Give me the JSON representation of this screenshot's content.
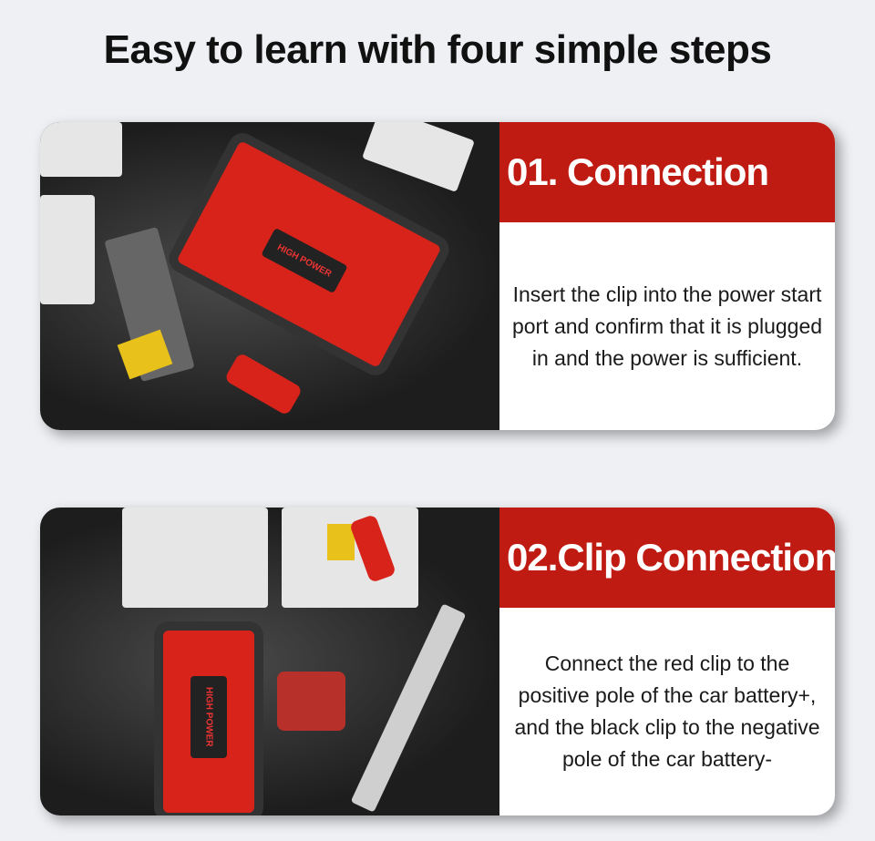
{
  "title": "Easy to learn with four simple steps",
  "steps": [
    {
      "heading": "01. Connection",
      "text": "Insert the clip into the power start port and confirm that it is plugged in and the power is sufficient."
    },
    {
      "heading": "02.Clip Connection",
      "text": "Connect the red clip to the positive pole of the car battery+, and the black clip to the negative pole of the car battery-"
    }
  ],
  "device_logo": "HIGH POWER",
  "colors": {
    "accent": "#bf1b12",
    "background": "#eef0f4"
  }
}
